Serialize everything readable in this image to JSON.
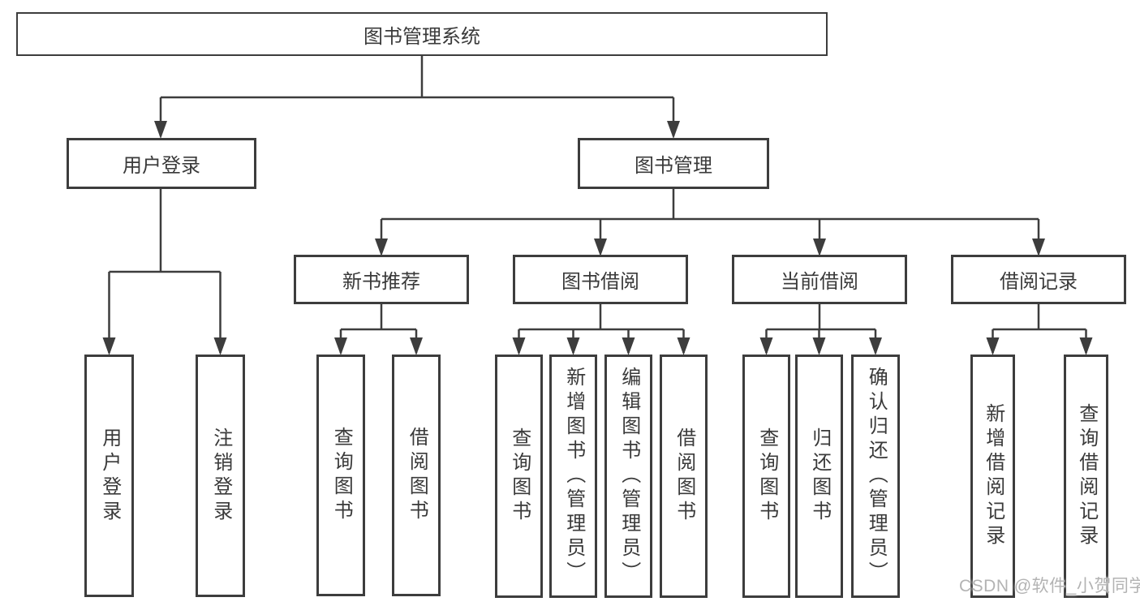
{
  "tree": {
    "root": {
      "label": "图书管理系统"
    },
    "branches": [
      {
        "label": "用户登录",
        "children": [
          {
            "label": "用户登录"
          },
          {
            "label": "注销登录"
          }
        ]
      },
      {
        "label": "图书管理",
        "groups": [
          {
            "label": "新书推荐",
            "children": [
              {
                "label": "查询图书"
              },
              {
                "label": "借阅图书"
              }
            ]
          },
          {
            "label": "图书借阅",
            "children": [
              {
                "label": "查询图书"
              },
              {
                "label": "新增图书（管理员）"
              },
              {
                "label": "编辑图书（管理员）"
              },
              {
                "label": "借阅图书"
              }
            ]
          },
          {
            "label": "当前借阅",
            "children": [
              {
                "label": "查询图书"
              },
              {
                "label": "归还图书"
              },
              {
                "label": "确认归还（管理员）"
              }
            ]
          },
          {
            "label": "借阅记录",
            "children": [
              {
                "label": "新增借阅记录"
              },
              {
                "label": "查询借阅记录"
              }
            ]
          }
        ]
      }
    ]
  },
  "watermark": {
    "text": "CSDN @软件_小贺同学"
  },
  "colors": {
    "line": "#3d3d3d",
    "text": "#3a3a3a",
    "watermark": "#b3b3b3",
    "background": "#ffffff"
  }
}
